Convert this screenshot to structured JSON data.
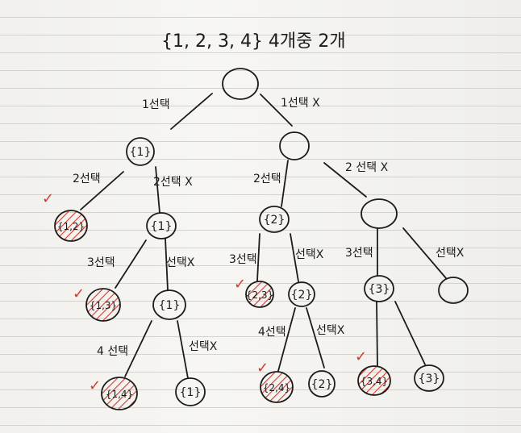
{
  "title": "{1, 2, 3, 4} 4개중 2개",
  "edges": [
    {
      "id": "e-root-a",
      "label": "1선택"
    },
    {
      "id": "e-root-b",
      "label": "1선택 X"
    },
    {
      "id": "e-a-c",
      "label": "2선택"
    },
    {
      "id": "e-a-d",
      "label": "2선택 X"
    },
    {
      "id": "e-b-e",
      "label": "2선택"
    },
    {
      "id": "e-b-f",
      "label": "2 선택 X"
    },
    {
      "id": "e-d-g",
      "label": "3선택"
    },
    {
      "id": "e-d-h",
      "label": "선택X"
    },
    {
      "id": "e-e-i",
      "label": "3선택"
    },
    {
      "id": "e-e-j",
      "label": "선택X"
    },
    {
      "id": "e-f-k",
      "label": "3선택"
    },
    {
      "id": "e-f-l",
      "label": "선택X"
    },
    {
      "id": "e-h-m",
      "label": "4 선택"
    },
    {
      "id": "e-h-n",
      "label": "선택X"
    },
    {
      "id": "e-j-o",
      "label": "4선택"
    },
    {
      "id": "e-j-p",
      "label": "선택X"
    },
    {
      "id": "e-k-q",
      "label": ""
    },
    {
      "id": "e-k-r",
      "label": ""
    }
  ],
  "nodes": [
    {
      "id": "root",
      "label": "",
      "selected": false
    },
    {
      "id": "a",
      "label": "{1}",
      "selected": false
    },
    {
      "id": "b",
      "label": "",
      "selected": false
    },
    {
      "id": "c",
      "label": "{1,2}",
      "selected": true
    },
    {
      "id": "d",
      "label": "{1}",
      "selected": false
    },
    {
      "id": "e",
      "label": "{2}",
      "selected": false
    },
    {
      "id": "f",
      "label": "",
      "selected": false
    },
    {
      "id": "g",
      "label": "{1,3}",
      "selected": true
    },
    {
      "id": "h",
      "label": "{1}",
      "selected": false
    },
    {
      "id": "i",
      "label": "{2,3}",
      "selected": true
    },
    {
      "id": "j",
      "label": "{2}",
      "selected": false
    },
    {
      "id": "k",
      "label": "{3}",
      "selected": false
    },
    {
      "id": "l",
      "label": "",
      "selected": false
    },
    {
      "id": "m",
      "label": "{1,4}",
      "selected": true
    },
    {
      "id": "n",
      "label": "{1}",
      "selected": false
    },
    {
      "id": "o",
      "label": "{2,4}",
      "selected": true
    },
    {
      "id": "p",
      "label": "{2}",
      "selected": false
    },
    {
      "id": "q",
      "label": "{3,4}",
      "selected": true
    },
    {
      "id": "r",
      "label": "{3}",
      "selected": false
    }
  ],
  "colors": {
    "ink": "#1b1b1b",
    "accent": "#d8382c"
  },
  "check_mark": "✓"
}
